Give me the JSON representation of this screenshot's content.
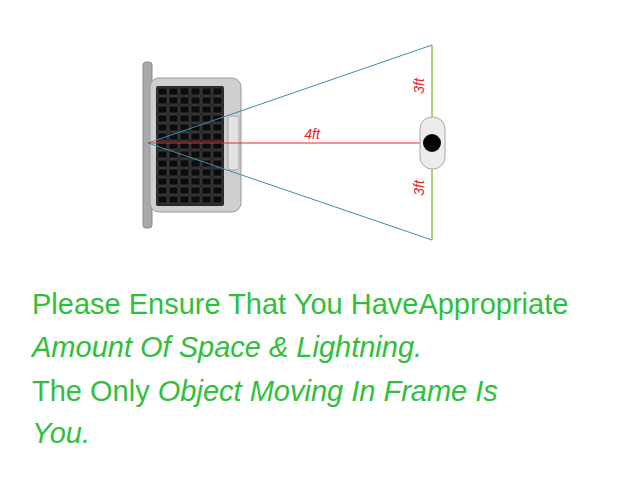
{
  "diagram": {
    "labels": [
      "3ft",
      "4ft",
      "3ft",
      "Please Ensure That You HaveAppropriate",
      "Amount Of Space & Lightning.",
      "The Only",
      "Object Moving In Frame Is",
      "You."
    ]
  }
}
